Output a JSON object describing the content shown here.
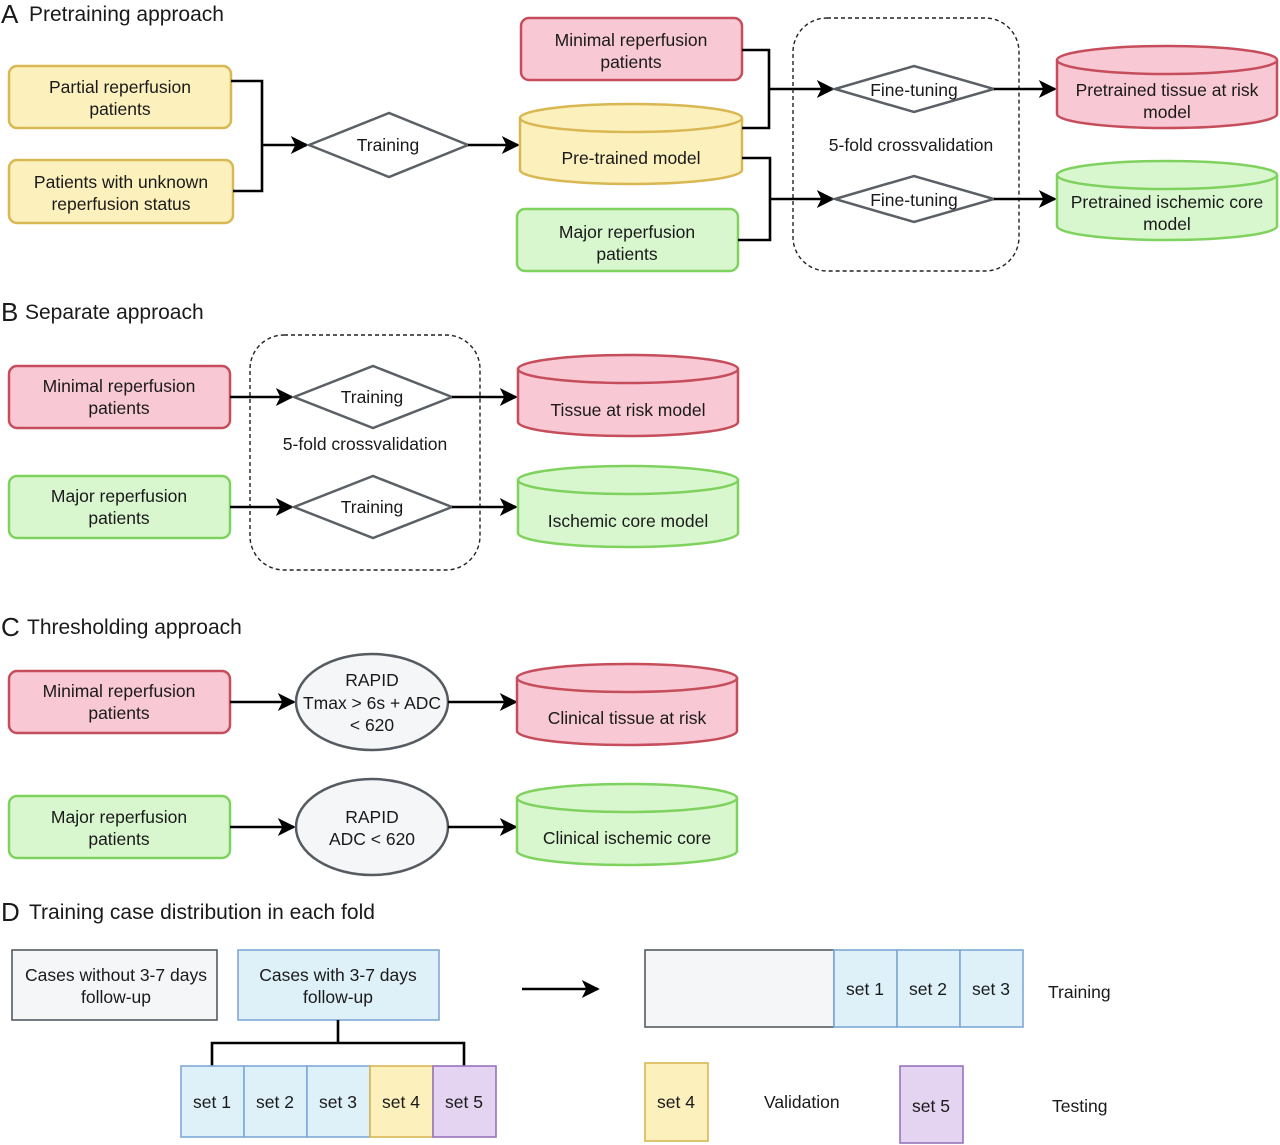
{
  "sections": {
    "a": {
      "letter": "A",
      "title": "Pretraining approach"
    },
    "b": {
      "letter": "B",
      "title": "Separate approach"
    },
    "c": {
      "letter": "C",
      "title": "Thresholding approach"
    },
    "d": {
      "letter": "D",
      "title": "Training case distribution in each fold"
    }
  },
  "colors": {
    "red_fill": "#f8c9d4",
    "red_stroke": "#c64e5c",
    "yellow_fill": "#fcf0bd",
    "yellow_stroke": "#d9b752",
    "green_fill": "#d8f7cf",
    "green_stroke": "#7fd25e",
    "blue_fill": "#def1f9",
    "blue_stroke": "#7fa9d8",
    "violet_fill": "#e4d3f1",
    "violet_stroke": "#9874bc",
    "gray_fill": "#f4f6f8",
    "gray_stroke": "#555b60",
    "diamond_stroke": "#5a6065"
  },
  "panel_a": {
    "partial": [
      "Partial reperfusion",
      "patients"
    ],
    "unknown": [
      "Patients with unknown",
      "reperfusion status"
    ],
    "training": "Training",
    "pretrained": "Pre-trained model",
    "minimal": [
      "Minimal reperfusion",
      "patients"
    ],
    "major": [
      "Major reperfusion",
      "patients"
    ],
    "finetune_top": "Fine-tuning",
    "finetune_bottom": "Fine-tuning",
    "crossval": "5-fold crossvalidation",
    "out_tissue": [
      "Pretrained tissue at risk",
      "model"
    ],
    "out_core": [
      "Pretrained ischemic core",
      "model"
    ]
  },
  "panel_b": {
    "minimal": [
      "Minimal reperfusion",
      "patients"
    ],
    "major": [
      "Major reperfusion",
      "patients"
    ],
    "training_top": "Training",
    "training_bottom": "Training",
    "crossval": "5-fold crossvalidation",
    "out_tissue": "Tissue at risk model",
    "out_core": "Ischemic core model"
  },
  "panel_c": {
    "minimal": [
      "Minimal reperfusion",
      "patients"
    ],
    "major": [
      "Major reperfusion",
      "patients"
    ],
    "rapid_top": [
      "RAPID",
      "Tmax > 6s + ADC",
      "< 620"
    ],
    "rapid_bottom": [
      "RAPID",
      "ADC < 620"
    ],
    "out_tissue": "Clinical tissue at risk",
    "out_core": "Clinical ischemic core"
  },
  "panel_d": {
    "without": [
      "Cases without 3-7 days",
      "follow-up"
    ],
    "with": [
      "Cases with 3-7 days",
      "follow-up"
    ],
    "sets": [
      "set 1",
      "set 2",
      "set 3",
      "set 4",
      "set 5"
    ],
    "training_sets": [
      "set 1",
      "set 2",
      "set 3"
    ],
    "validation_set": "set 4",
    "testing_set": "set 5",
    "legend_training": "Training",
    "legend_validation": "Validation",
    "legend_testing": "Testing"
  }
}
